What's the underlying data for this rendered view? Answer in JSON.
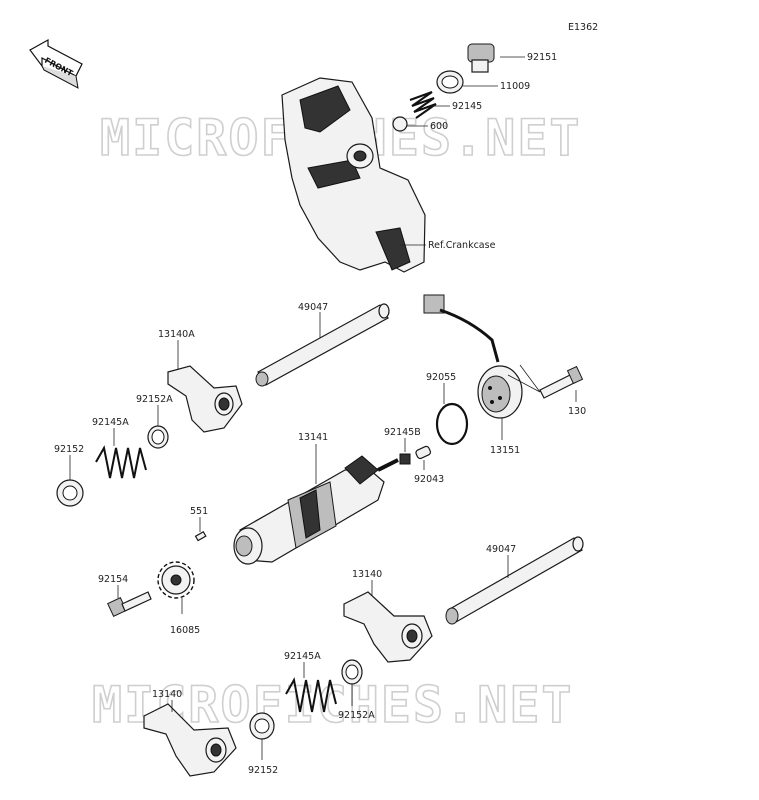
{
  "diagram_code": "E1362",
  "front_label": "FRONT",
  "watermark": "MICROFICHES.NET",
  "labels": {
    "p92151": "92151",
    "p11009": "11009",
    "p92145": "92145",
    "p600": "600",
    "ref": "Ref.Crankcase",
    "p49047_top": "49047",
    "p13140A": "13140A",
    "p92152A_top": "92152A",
    "p92145A_top": "92145A",
    "p92152_top": "92152",
    "p92055": "92055",
    "p130": "130",
    "p13151": "13151",
    "p92145B": "92145B",
    "p92043": "92043",
    "p13141": "13141",
    "p551": "551",
    "p92154": "92154",
    "p16085": "16085",
    "p49047_bot": "49047",
    "p13140_mid": "13140",
    "p92145A_bot": "92145A",
    "p92152A_bot": "92152A",
    "p13140_bot": "13140",
    "p92152_bot": "92152"
  }
}
